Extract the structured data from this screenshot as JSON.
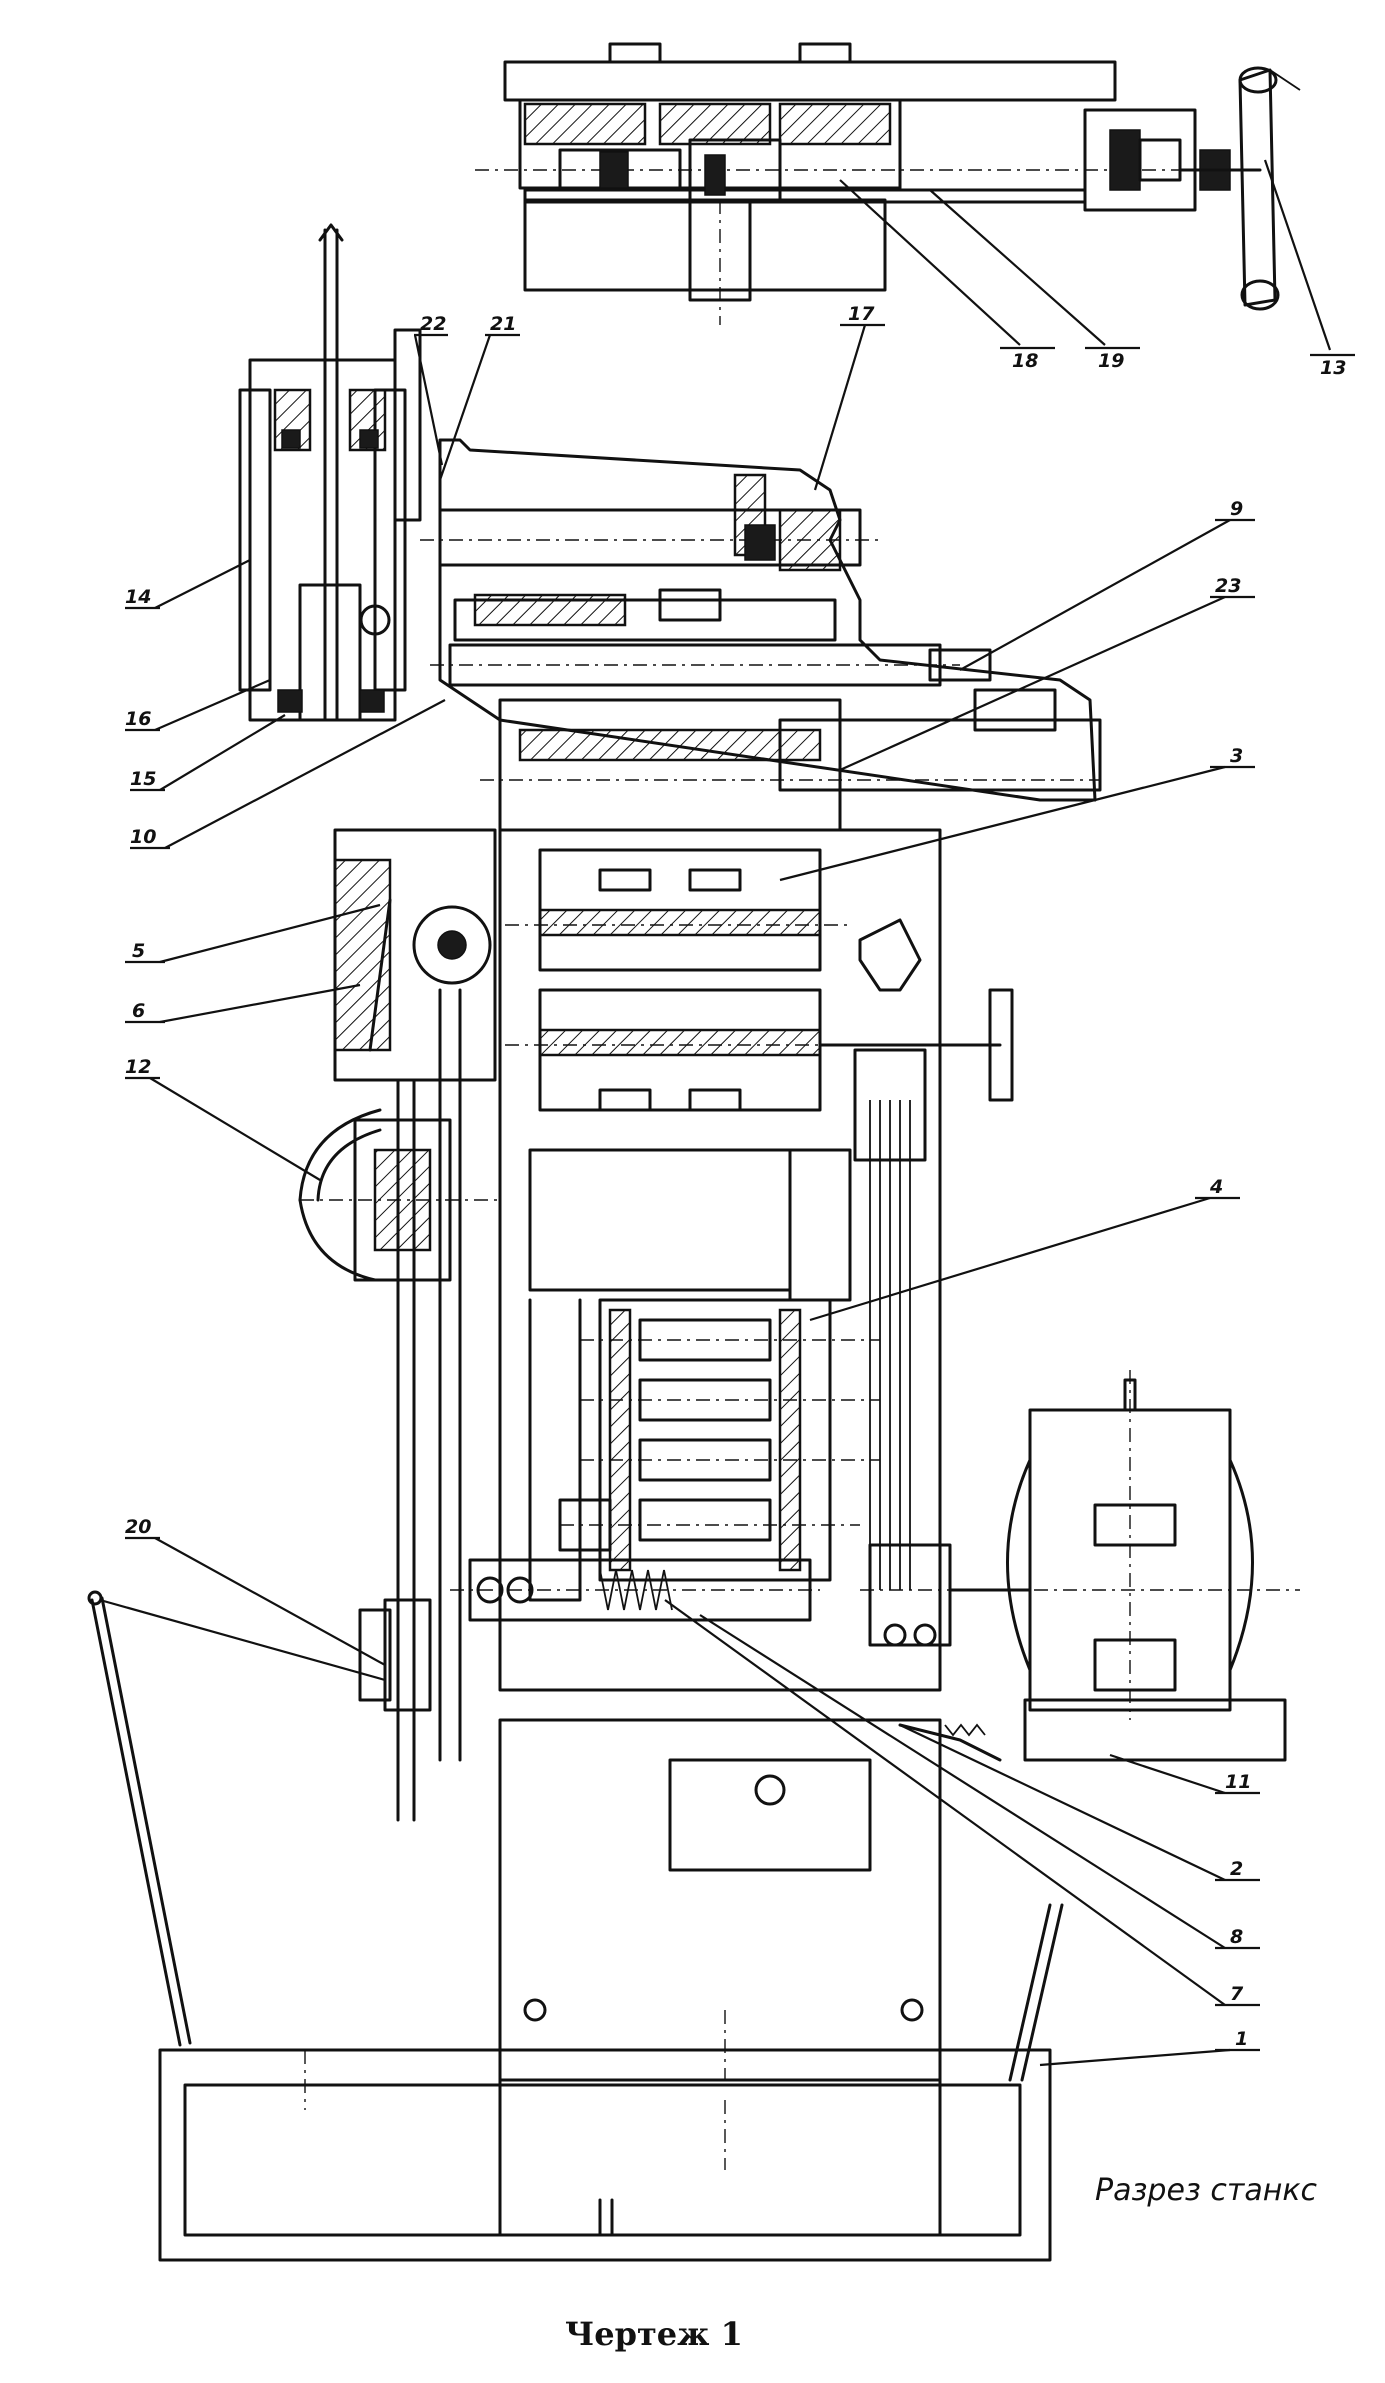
{
  "drawing": {
    "section_caption": "Разрез станкс",
    "title": "Чертеж 1"
  },
  "callouts": [
    {
      "id": "1",
      "label": "1"
    },
    {
      "id": "2",
      "label": "2"
    },
    {
      "id": "3",
      "label": "3"
    },
    {
      "id": "4",
      "label": "4"
    },
    {
      "id": "5",
      "label": "5"
    },
    {
      "id": "6",
      "label": "6"
    },
    {
      "id": "7",
      "label": "7"
    },
    {
      "id": "8",
      "label": "8"
    },
    {
      "id": "9",
      "label": "9"
    },
    {
      "id": "10",
      "label": "10"
    },
    {
      "id": "11",
      "label": "11"
    },
    {
      "id": "12",
      "label": "12"
    },
    {
      "id": "13",
      "label": "13"
    },
    {
      "id": "14",
      "label": "14"
    },
    {
      "id": "15",
      "label": "15"
    },
    {
      "id": "16",
      "label": "16"
    },
    {
      "id": "17",
      "label": "17"
    },
    {
      "id": "18",
      "label": "18"
    },
    {
      "id": "19",
      "label": "19"
    },
    {
      "id": "20",
      "label": "20"
    },
    {
      "id": "21",
      "label": "21"
    },
    {
      "id": "22",
      "label": "22"
    },
    {
      "id": "23",
      "label": "23"
    }
  ]
}
